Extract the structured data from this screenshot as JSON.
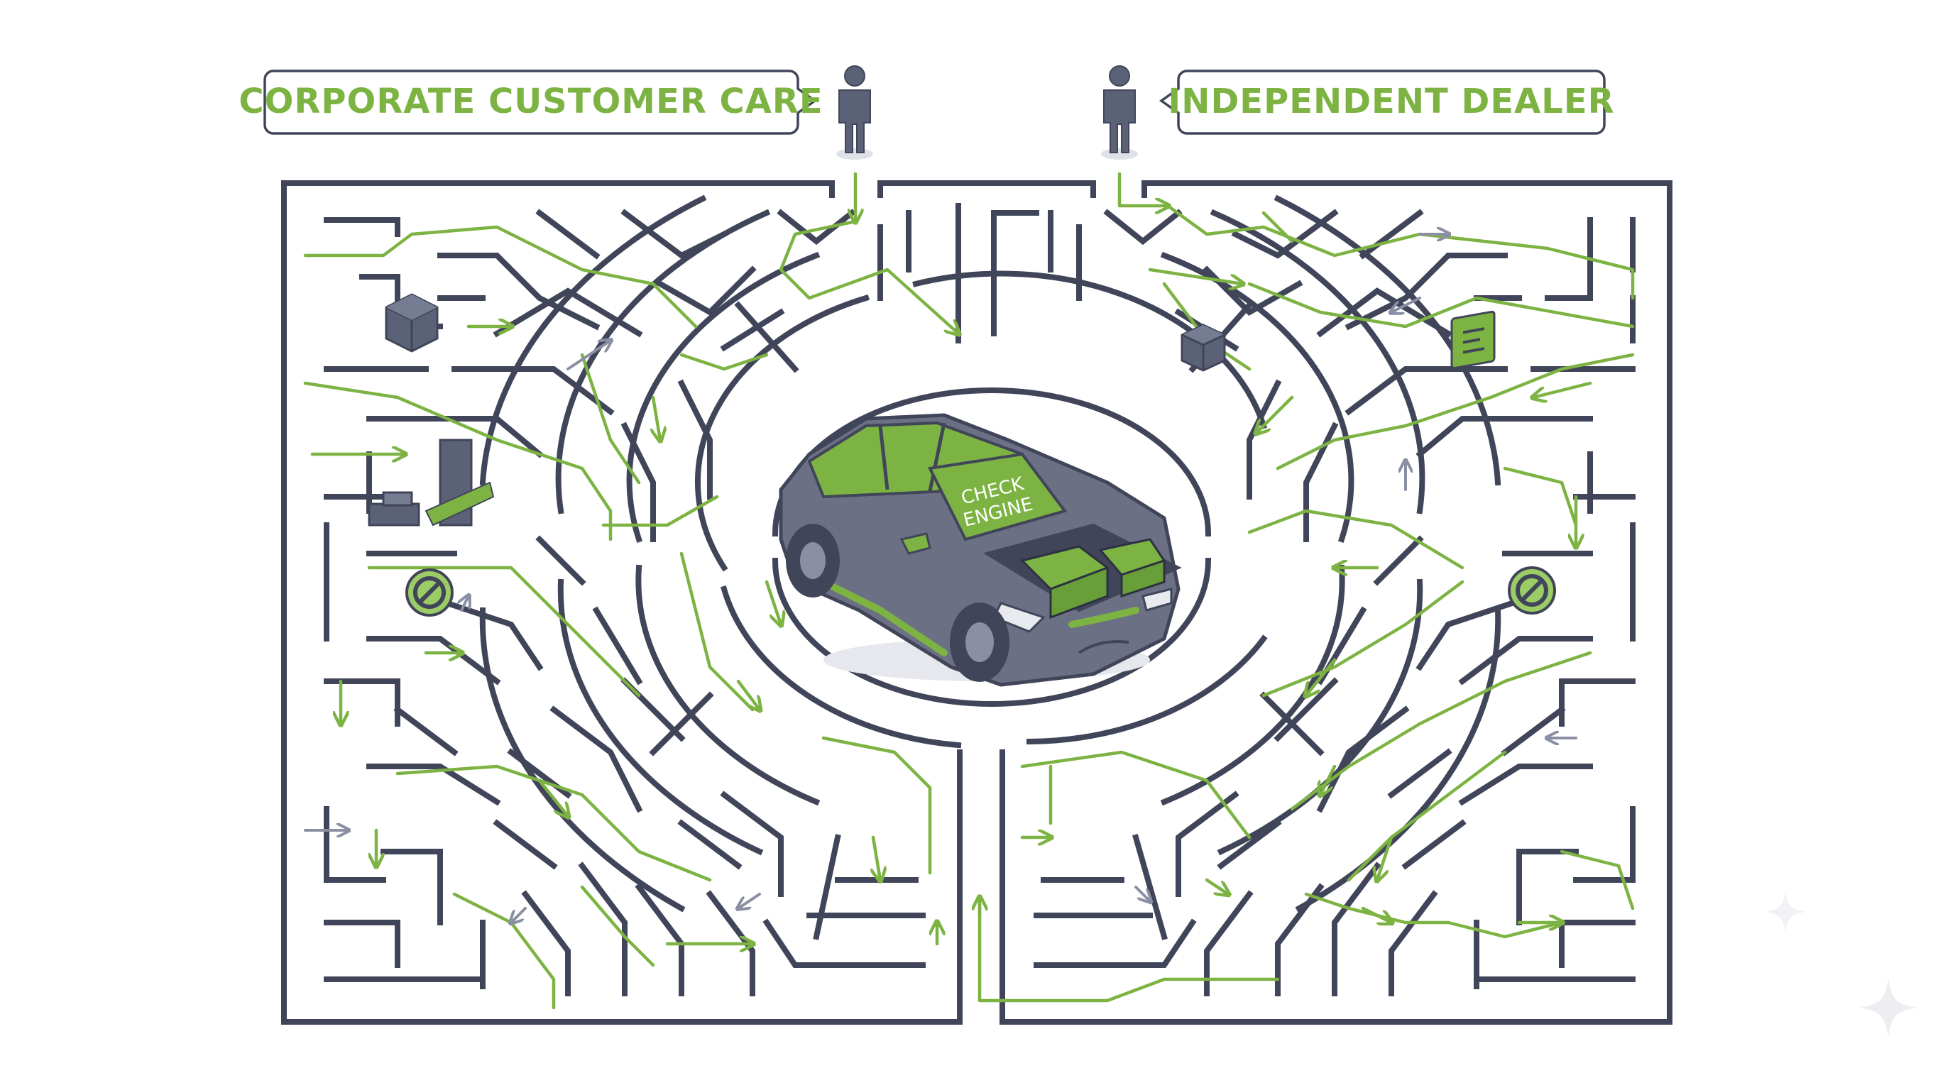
{
  "labels": {
    "left": "CORPORATE CUSTOMER CARE",
    "right": "INDEPENDENT DEALER"
  },
  "car": {
    "sign_line1": "CHECK",
    "sign_line2": "ENGINE"
  },
  "colors": {
    "accent_green": "#7cb342",
    "wall_navy": "#404559",
    "arrow_gray": "#8b8fa3",
    "car_gray": "#6b7084"
  },
  "icons": [
    "person-icon",
    "cube-icon",
    "document-icon",
    "printer-icon",
    "no-entry-icon",
    "sparkle-icon"
  ]
}
